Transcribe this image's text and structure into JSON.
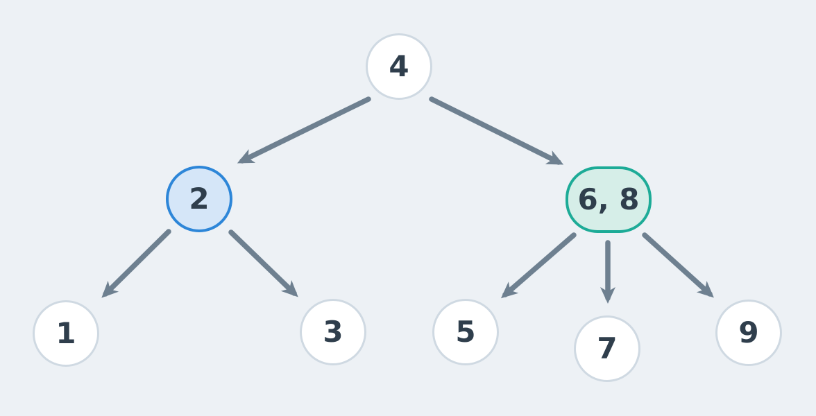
{
  "diagram": {
    "nodes": [
      {
        "id": "node-4",
        "label": "4",
        "shape": "circle",
        "variant": "plain",
        "highlighted": false
      },
      {
        "id": "node-2",
        "label": "2",
        "shape": "circle",
        "variant": "blue",
        "highlighted": true
      },
      {
        "id": "node-68",
        "label": "6, 8",
        "shape": "pill",
        "variant": "teal",
        "highlighted": true
      },
      {
        "id": "node-1",
        "label": "1",
        "shape": "circle",
        "variant": "plain",
        "highlighted": false
      },
      {
        "id": "node-3",
        "label": "3",
        "shape": "circle",
        "variant": "plain",
        "highlighted": false
      },
      {
        "id": "node-5",
        "label": "5",
        "shape": "circle",
        "variant": "plain",
        "highlighted": false
      },
      {
        "id": "node-7",
        "label": "7",
        "shape": "circle",
        "variant": "plain",
        "highlighted": false
      },
      {
        "id": "node-9",
        "label": "9",
        "shape": "circle",
        "variant": "plain",
        "highlighted": false
      }
    ],
    "edges": [
      {
        "from": "4",
        "to": "2"
      },
      {
        "from": "4",
        "to": "6, 8"
      },
      {
        "from": "2",
        "to": "1"
      },
      {
        "from": "2",
        "to": "3"
      },
      {
        "from": "6, 8",
        "to": "5"
      },
      {
        "from": "6, 8",
        "to": "7"
      },
      {
        "from": "6, 8",
        "to": "9"
      }
    ]
  },
  "colors": {
    "background": "#edf1f5",
    "node-fill": "#ffffff",
    "node-border": "#cfd9e2",
    "node-text": "#2f3e4c",
    "blue-fill": "#d5e6f8",
    "blue-border": "#2d86d8",
    "teal-fill": "#d6eee8",
    "teal-border": "#1dab97",
    "arrow": "#6e8090"
  }
}
